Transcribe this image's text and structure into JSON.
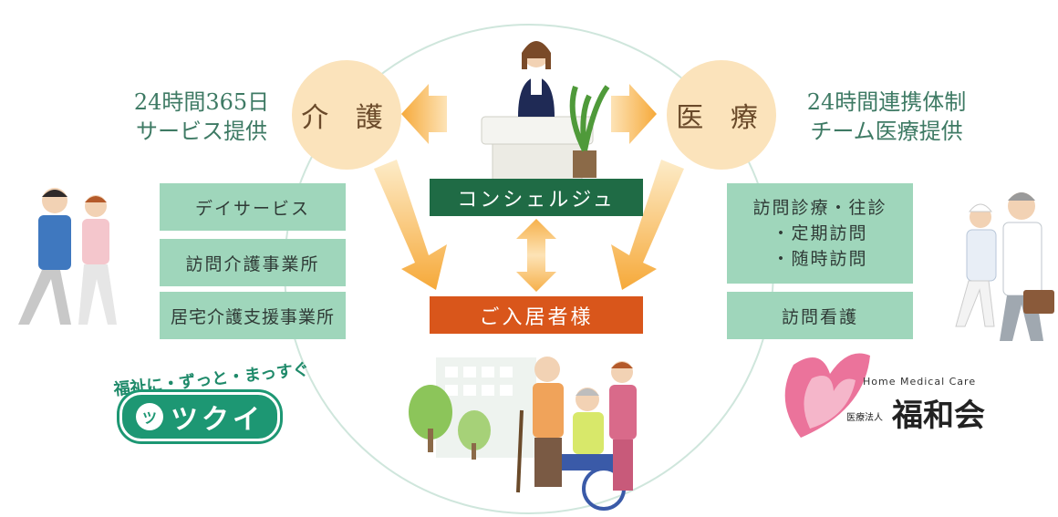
{
  "left_category": "介 護",
  "right_category": "医 療",
  "left_tagline": [
    "24時間365日",
    "サービス提供"
  ],
  "right_tagline": [
    "24時間連携体制",
    "チーム医療提供"
  ],
  "center_top_bar": "コンシェルジュ",
  "center_bottom_bar": "ご入居者様",
  "left_services": [
    "デイサービス",
    "訪問介護事業所",
    "居宅介護支援事業所"
  ],
  "right_services": {
    "stacked": [
      "訪問診療・往診",
      "・定期訪問",
      "・随時訪問"
    ],
    "single": "訪問看護"
  },
  "logo_tsukui": {
    "slogan": "福祉に・ずっと・まっすぐ",
    "name": "ツクイ"
  },
  "logo_fukuwa": {
    "en": "Home Medical Care",
    "prefix": "医療法人",
    "name": "福和会"
  },
  "colors": {
    "bubble": "#fbe3bb",
    "tagline": "#3e7a64",
    "service_box": "#9fd6bb",
    "concierge_bar": "#1f6b45",
    "resident_bar": "#d9561b",
    "arrow": "#f6b04a",
    "circle": "#cfe6dc"
  }
}
